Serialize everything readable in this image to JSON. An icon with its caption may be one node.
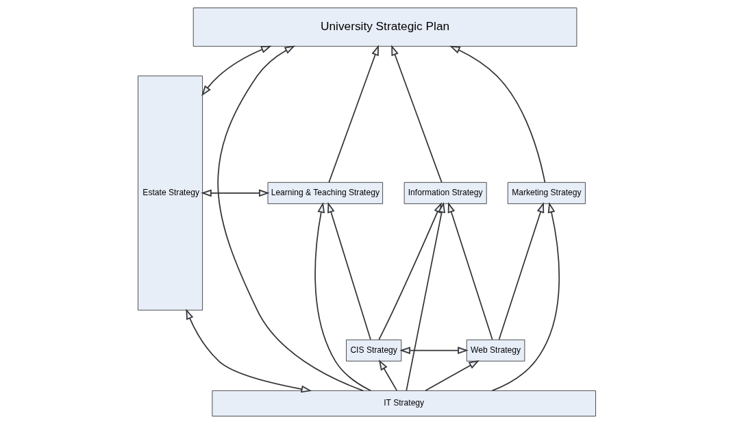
{
  "diagram": {
    "nodes": [
      {
        "text": [
          "University Strategic Plan"
        ]
      },
      {
        "text": [
          "Estate Strategy"
        ]
      },
      {
        "text": [
          "Learning & Teaching Strategy"
        ]
      },
      {
        "text": [
          "Information Strategy"
        ]
      },
      {
        "text": [
          "Marketing Strategy"
        ]
      },
      {
        "text": [
          "CIS Strategy"
        ]
      },
      {
        "text": [
          "Web Strategy"
        ]
      },
      {
        "text": [
          "IT Strategy"
        ]
      }
    ],
    "edges": [
      {
        "from": 1,
        "to": 0,
        "arrow": "both"
      },
      {
        "from": 1,
        "to": 2,
        "arrow": "both"
      },
      {
        "from": 1,
        "to": 7,
        "arrow": "both"
      },
      {
        "from": 2,
        "to": 0,
        "arrow": "to"
      },
      {
        "from": 3,
        "to": 0,
        "arrow": "to"
      },
      {
        "from": 4,
        "to": 0,
        "arrow": "to"
      },
      {
        "from": 7,
        "to": 0,
        "arrow": "to"
      },
      {
        "from": 7,
        "to": 2,
        "arrow": "to"
      },
      {
        "from": 7,
        "to": 3,
        "arrow": "to"
      },
      {
        "from": 7,
        "to": 4,
        "arrow": "to"
      },
      {
        "from": 7,
        "to": 5,
        "arrow": "to"
      },
      {
        "from": 7,
        "to": 6,
        "arrow": "to"
      },
      {
        "from": 5,
        "to": 2,
        "arrow": "to"
      },
      {
        "from": 5,
        "to": 3,
        "arrow": "to"
      },
      {
        "from": 6,
        "to": 3,
        "arrow": "to"
      },
      {
        "from": 6,
        "to": 4,
        "arrow": "to"
      },
      {
        "from": 5,
        "to": 6,
        "arrow": "both"
      }
    ]
  }
}
